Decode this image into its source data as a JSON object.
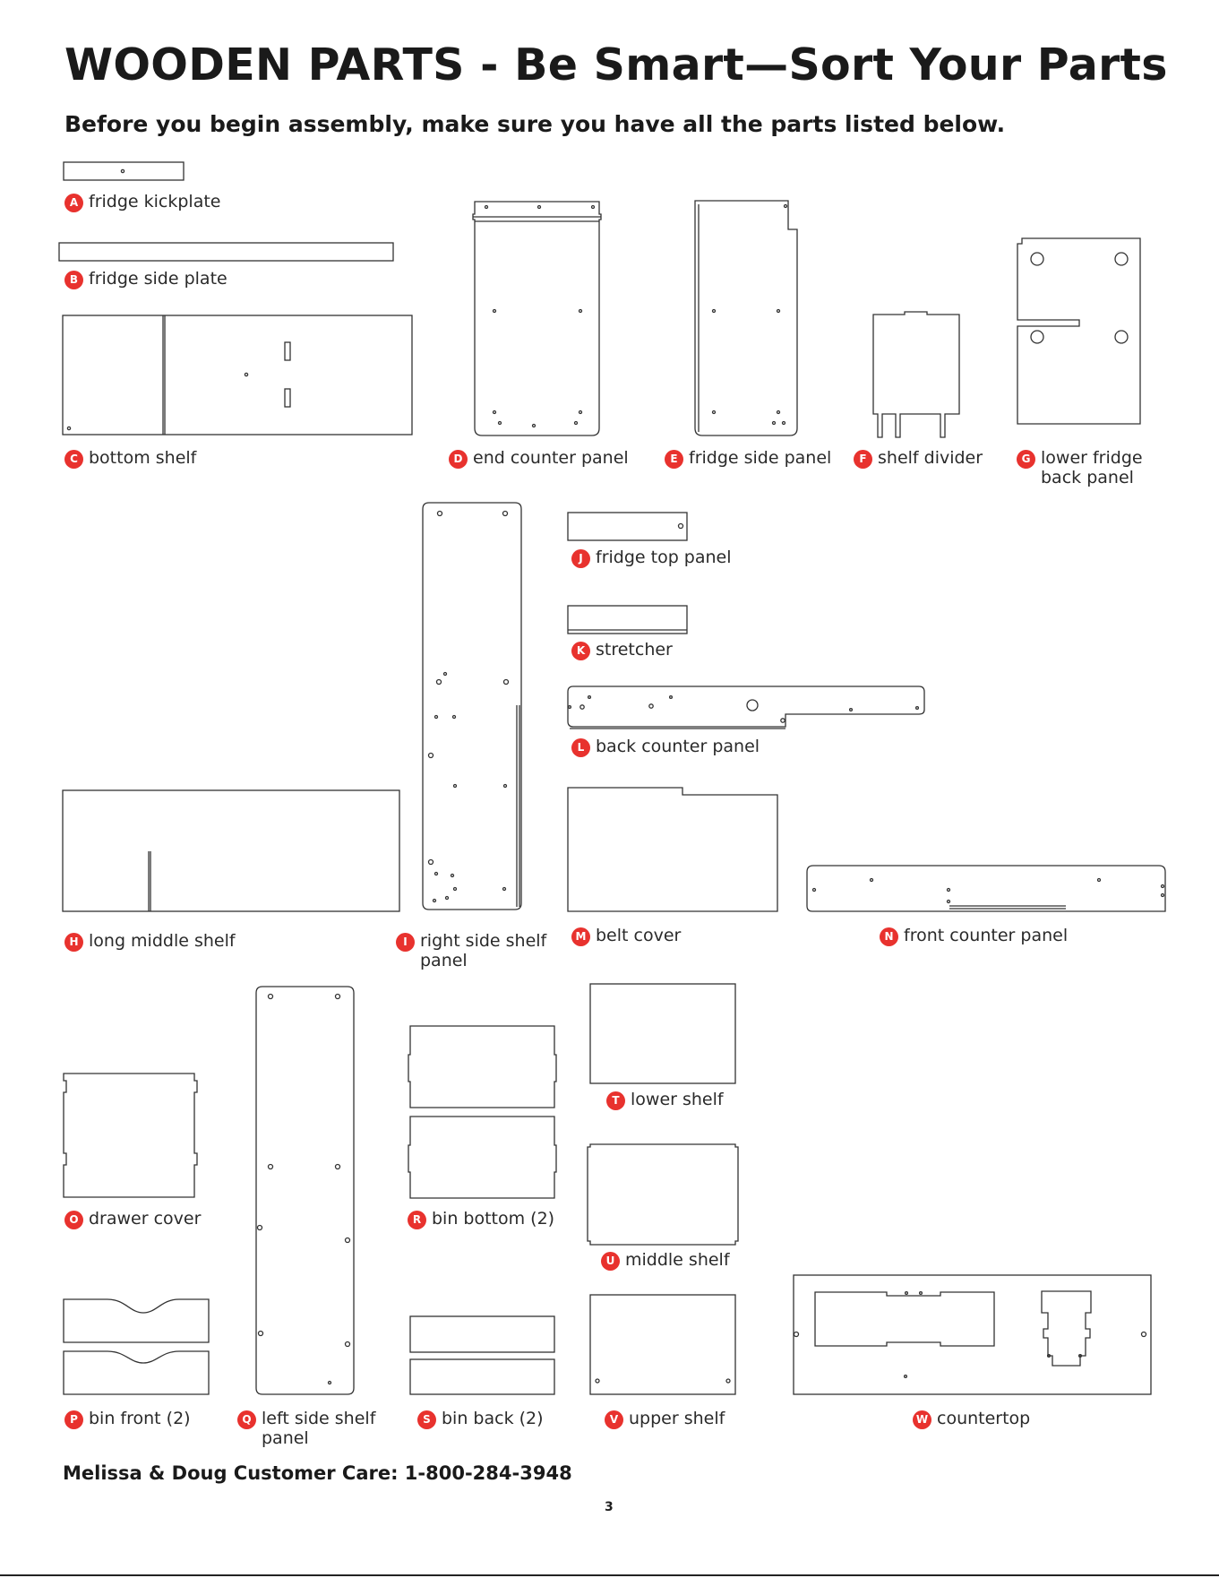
{
  "title": "WOODEN PARTS - Be Smart—Sort Your Parts",
  "subtitle": "Before you begin assembly, make sure you have all the parts listed below.",
  "parts": [
    {
      "letter": "A",
      "name": "fridge kickplate"
    },
    {
      "letter": "B",
      "name": "fridge side plate"
    },
    {
      "letter": "C",
      "name": "bottom shelf"
    },
    {
      "letter": "D",
      "name": "end counter panel"
    },
    {
      "letter": "E",
      "name": "fridge side panel"
    },
    {
      "letter": "F",
      "name": "shelf divider"
    },
    {
      "letter": "G",
      "name": "lower fridge\nback panel"
    },
    {
      "letter": "H",
      "name": "long middle shelf"
    },
    {
      "letter": "I",
      "name": "right side shelf\npanel"
    },
    {
      "letter": "J",
      "name": "fridge top panel"
    },
    {
      "letter": "K",
      "name": "stretcher"
    },
    {
      "letter": "L",
      "name": "back counter panel"
    },
    {
      "letter": "M",
      "name": "belt cover"
    },
    {
      "letter": "N",
      "name": "front counter panel"
    },
    {
      "letter": "O",
      "name": "drawer cover"
    },
    {
      "letter": "P",
      "name": "bin front (2)"
    },
    {
      "letter": "Q",
      "name": "left side shelf\npanel"
    },
    {
      "letter": "R",
      "name": "bin bottom (2)"
    },
    {
      "letter": "S",
      "name": "bin back (2)"
    },
    {
      "letter": "T",
      "name": "lower shelf"
    },
    {
      "letter": "U",
      "name": "middle shelf"
    },
    {
      "letter": "V",
      "name": "upper shelf"
    },
    {
      "letter": "W",
      "name": "countertop"
    }
  ],
  "footer": "Melissa & Doug Customer Care: 1-800-284-3948",
  "page_number": "3",
  "colors": {
    "badge": "#e8322e",
    "line": "#333333"
  }
}
